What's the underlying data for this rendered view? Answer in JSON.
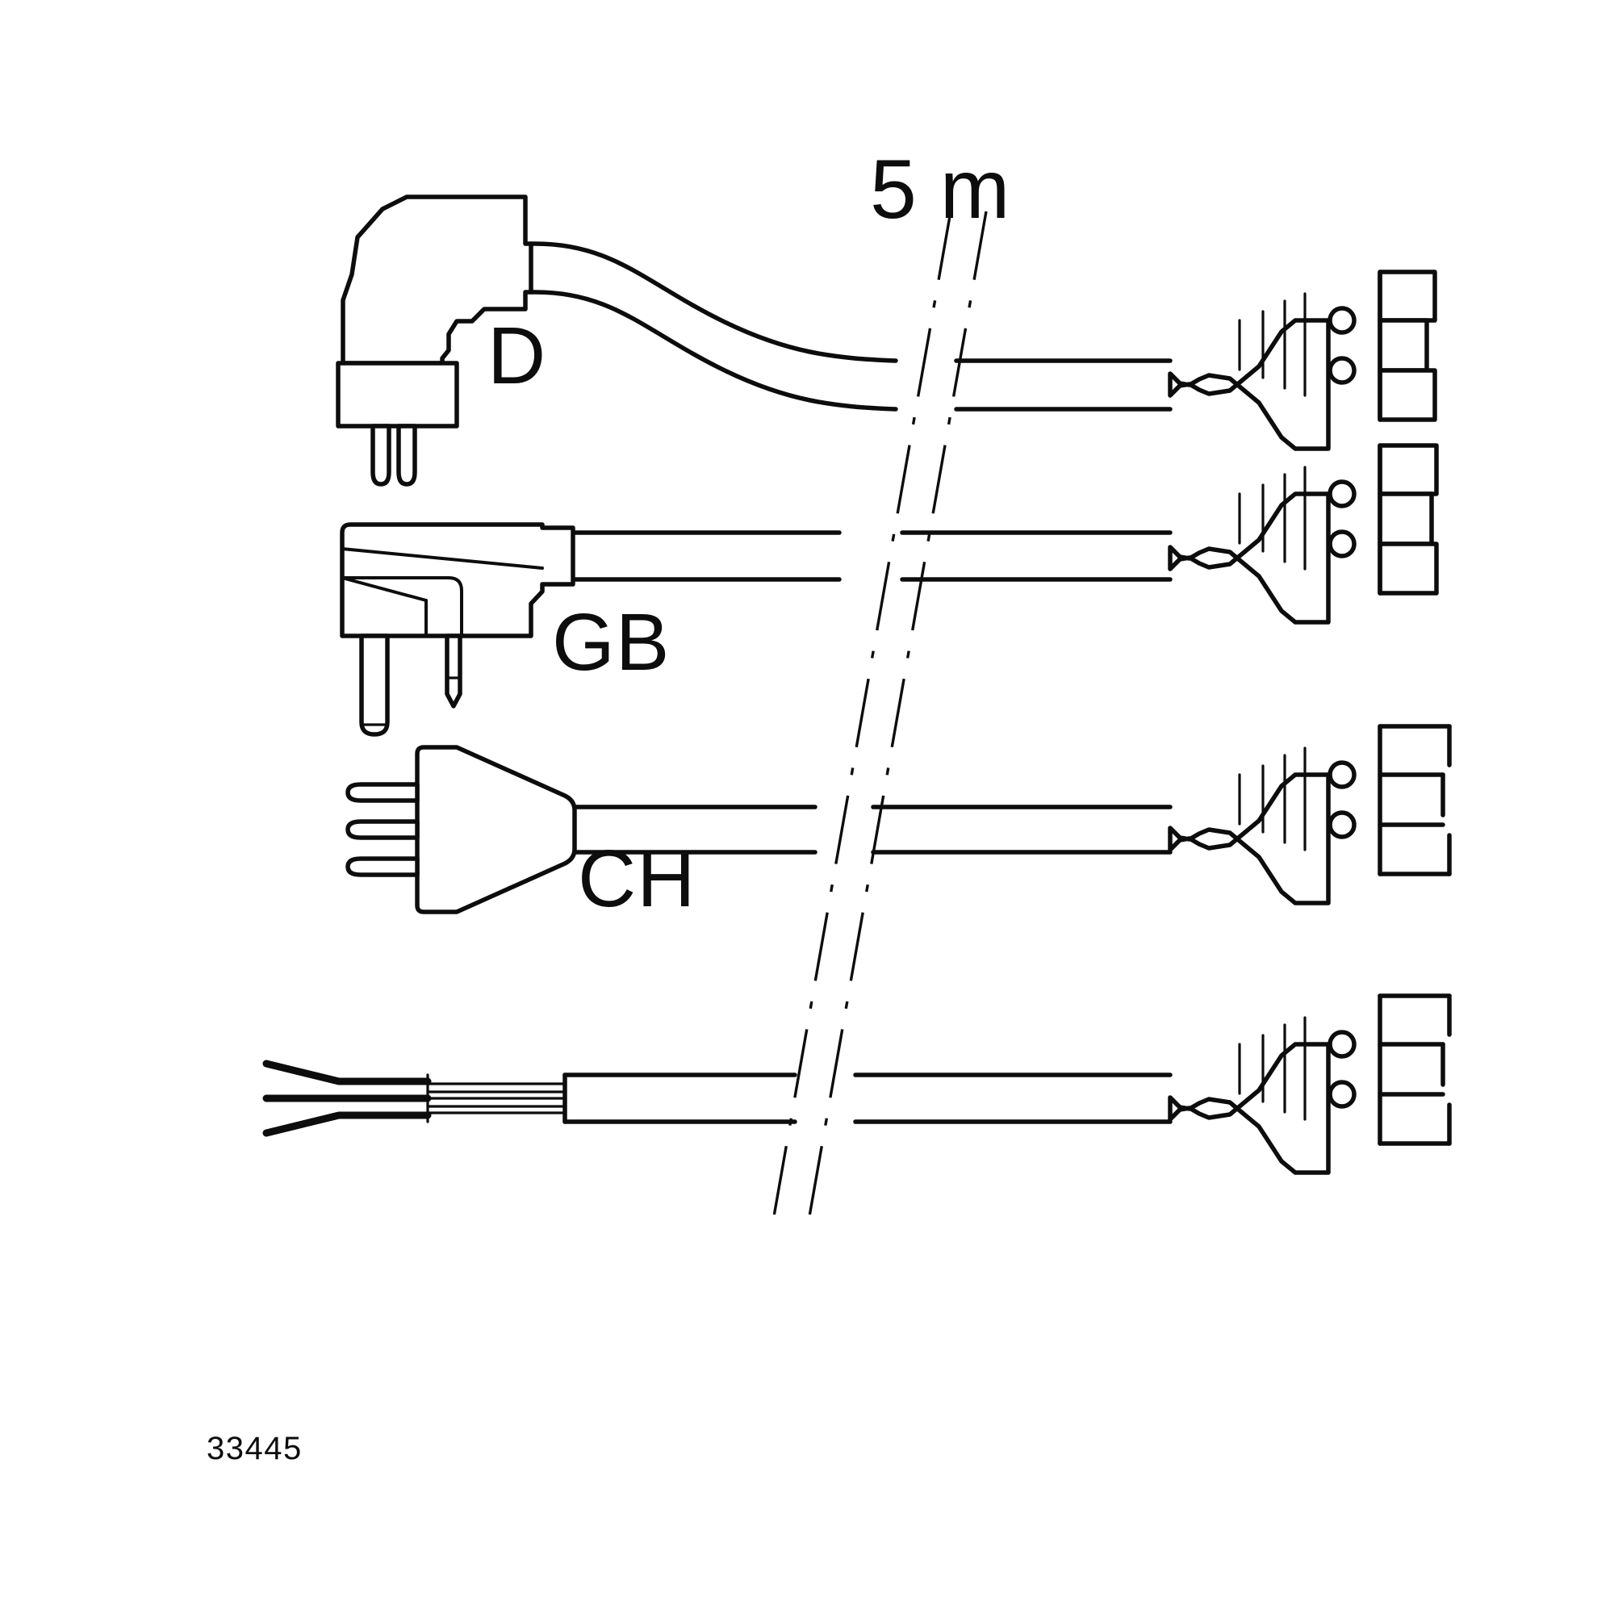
{
  "figure": {
    "number": "33445",
    "dimension_label": "5 m",
    "background_color": "#ffffff",
    "line_color": "#0d0d0d"
  },
  "rows": [
    {
      "id": "row-d",
      "region_label": "D",
      "plug_type": "schuko-angled-plug",
      "plug_pins": 2,
      "cable_shape": "s-curve",
      "connector": "iec-appliance-connector",
      "connector_ribs": 4,
      "connector_holes": 2,
      "connector_face_segments": 3,
      "connector_face_style": "stepped-closed"
    },
    {
      "id": "row-gb",
      "region_label": "GB",
      "plug_type": "uk-angled-plug",
      "plug_pins": 2,
      "cable_shape": "straight",
      "connector": "iec-appliance-connector",
      "connector_ribs": 4,
      "connector_holes": 2,
      "connector_face_segments": 3,
      "connector_face_style": "closed"
    },
    {
      "id": "row-ch",
      "region_label": "CH",
      "plug_type": "swiss-type-j-plug",
      "plug_pins": 3,
      "cable_shape": "straight",
      "connector": "iec-appliance-connector",
      "connector_ribs": 4,
      "connector_holes": 2,
      "connector_face_segments": 3,
      "connector_face_style": "open"
    },
    {
      "id": "row-bare",
      "region_label": "",
      "plug_type": "bare-stripped-wire-ends",
      "plug_pins": 3,
      "cable_shape": "straight",
      "connector": "iec-appliance-connector",
      "connector_ribs": 4,
      "connector_holes": 2,
      "connector_face_segments": 3,
      "connector_face_style": "open"
    }
  ]
}
